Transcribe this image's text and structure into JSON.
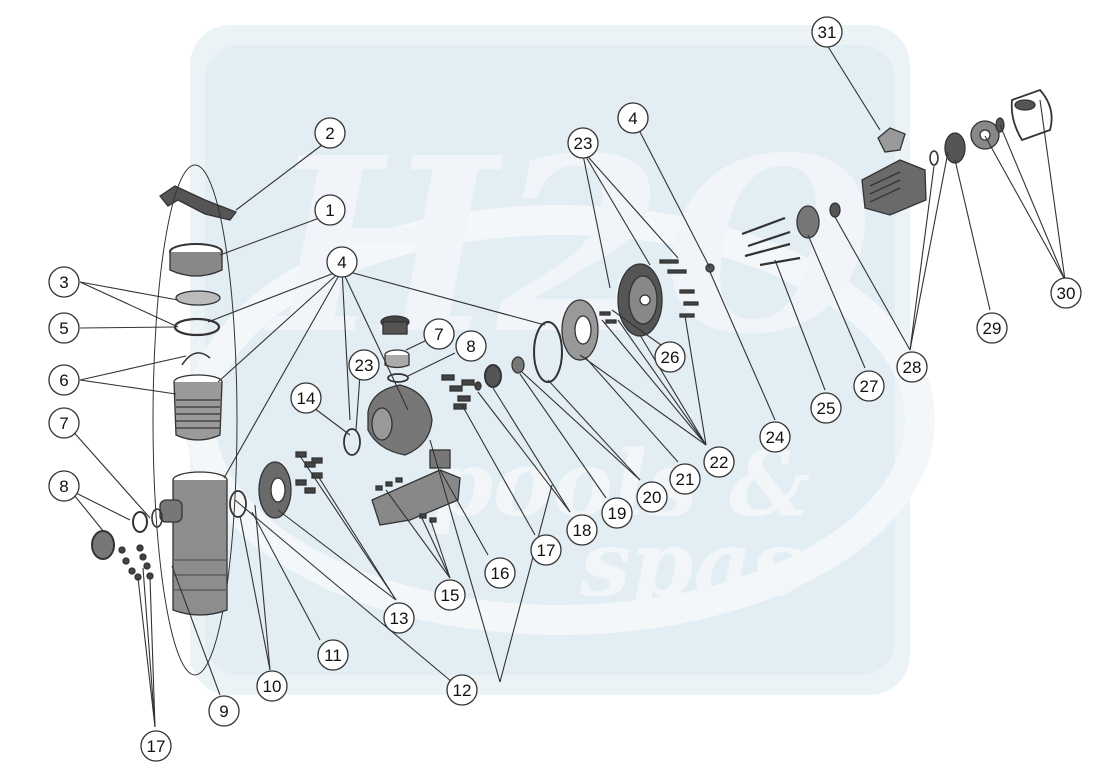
{
  "watermark": {
    "logo_letters": "H2O",
    "line1": "pools &",
    "line2": "spas",
    "color": "#d7e6f0"
  },
  "diagram": {
    "line_color": "#333333",
    "part_color": "#3a3a3a",
    "callouts": [
      {
        "id": "c31",
        "label": "31"
      },
      {
        "id": "c2",
        "label": "2"
      },
      {
        "id": "c1",
        "label": "1"
      },
      {
        "id": "c4a",
        "label": "4"
      },
      {
        "id": "c4b",
        "label": "4"
      },
      {
        "id": "c23a",
        "label": "23"
      },
      {
        "id": "c3",
        "label": "3"
      },
      {
        "id": "c5",
        "label": "5"
      },
      {
        "id": "c6",
        "label": "6"
      },
      {
        "id": "c7a",
        "label": "7"
      },
      {
        "id": "c7b",
        "label": "7"
      },
      {
        "id": "c8a",
        "label": "8"
      },
      {
        "id": "c8b",
        "label": "8"
      },
      {
        "id": "c23b",
        "label": "23"
      },
      {
        "id": "c14",
        "label": "14"
      },
      {
        "id": "c26",
        "label": "26"
      },
      {
        "id": "c30",
        "label": "30"
      },
      {
        "id": "c29",
        "label": "29"
      },
      {
        "id": "c28",
        "label": "28"
      },
      {
        "id": "c27",
        "label": "27"
      },
      {
        "id": "c25",
        "label": "25"
      },
      {
        "id": "c24",
        "label": "24"
      },
      {
        "id": "c22",
        "label": "22"
      },
      {
        "id": "c21",
        "label": "21"
      },
      {
        "id": "c20",
        "label": "20"
      },
      {
        "id": "c19",
        "label": "19"
      },
      {
        "id": "c18",
        "label": "18"
      },
      {
        "id": "c17a",
        "label": "17"
      },
      {
        "id": "c16",
        "label": "16"
      },
      {
        "id": "c15",
        "label": "15"
      },
      {
        "id": "c13",
        "label": "13"
      },
      {
        "id": "c11",
        "label": "11"
      },
      {
        "id": "c10",
        "label": "10"
      },
      {
        "id": "c9",
        "label": "9"
      },
      {
        "id": "c12",
        "label": "12"
      },
      {
        "id": "c17b",
        "label": "17"
      }
    ]
  }
}
